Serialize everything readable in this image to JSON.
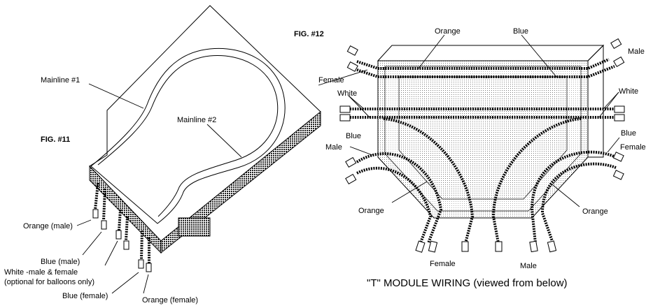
{
  "fig11": {
    "caption": "FIG. #11",
    "mainline1": "Mainline #1",
    "mainline2": "Mainline #2",
    "orange_male": "Orange (male)",
    "blue_male": "Blue (male)",
    "white_line1": "White -male & female",
    "white_line2": "(optional for balloons only)",
    "blue_female": "Blue (female)",
    "orange_female": "Orange (female)"
  },
  "fig12": {
    "caption": "FIG. #12",
    "orange_top": "Orange",
    "blue_top": "Blue",
    "male_top_right": "Male",
    "female_left": "Female",
    "white_left": "White",
    "white_right": "White",
    "blue_left": "Blue",
    "male_left": "Male",
    "blue_right": "Blue",
    "female_right": "Female",
    "orange_left": "Orange",
    "orange_right": "Orange",
    "female_bottom": "Female",
    "male_bottom": "Male",
    "title": "\"T\" MODULE WIRING  (viewed from below)"
  },
  "colors": {
    "background": "#ffffff",
    "line": "#000000",
    "dot_fill": "#9a9a9a"
  }
}
